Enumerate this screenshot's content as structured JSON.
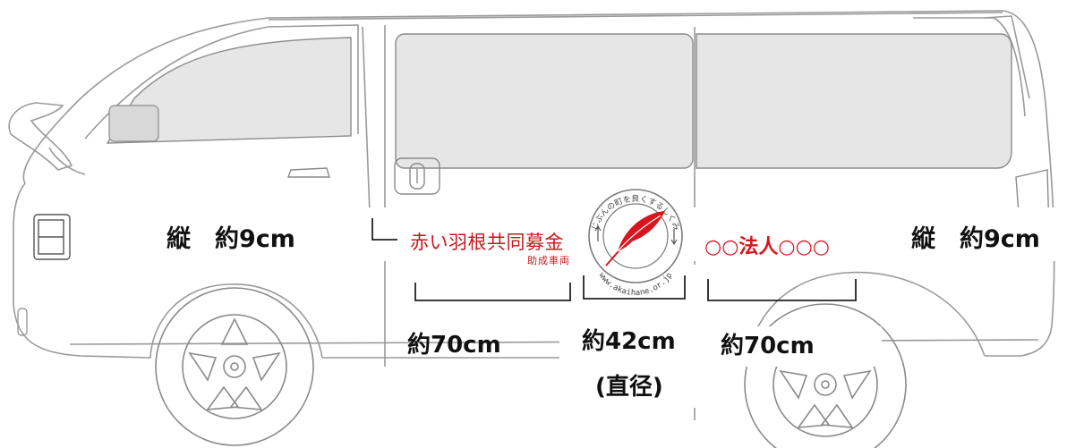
{
  "labels": {
    "height_left": "縦　約9cm",
    "height_right": "縦　約9cm",
    "width_left": "約70cm",
    "width_center": "約42cm",
    "width_center_note": "(直径)",
    "width_right": "約70cm"
  },
  "sign_left": {
    "title": "赤い羽根共同募金",
    "subtitle": "助成車両"
  },
  "logo": {
    "top_arc_text": "じぶんの町を良くするしくみ",
    "bottom_arc_text": "www.akaihane.or.jp"
  },
  "sign_right": {
    "org_name": "○○法人○○○"
  },
  "colors": {
    "accent_red": "#d7151e",
    "outline": "#9a9a9a",
    "window_fill": "#e6e6e6"
  }
}
